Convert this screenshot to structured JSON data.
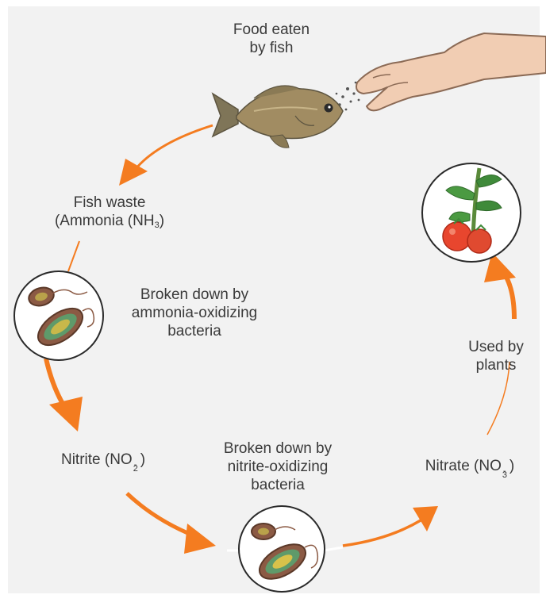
{
  "colors": {
    "background": "#f2f2f2",
    "arrow": "#f47c20",
    "text": "#3a3a3a"
  },
  "labels": {
    "food": [
      "Food eaten",
      "by fish"
    ],
    "fish_waste": {
      "line1": "Fish waste",
      "line2_pre": "(Ammonia (NH",
      "line2_sub": "3",
      "line2_post": ")"
    },
    "ammonia_bacteria": [
      "Broken down by",
      "ammonia-oxidizing",
      "bacteria"
    ],
    "nitrite": {
      "pre": "Nitrite (NO",
      "sub": "2",
      "sup": "-",
      "post": ")"
    },
    "nitrite_bacteria": [
      "Broken down by",
      "nitrite-oxidizing",
      "bacteria"
    ],
    "nitrate": {
      "pre": "Nitrate (NO",
      "sub": "3",
      "sup": "-",
      "post": ")"
    },
    "plants": [
      "Used by",
      "plants"
    ]
  },
  "icons": [
    "fish-illustration",
    "hand-icon",
    "fish-food-pellets",
    "ammonia-bacteria-icon",
    "nitrite-bacteria-icon",
    "tomato-plant-icon"
  ]
}
